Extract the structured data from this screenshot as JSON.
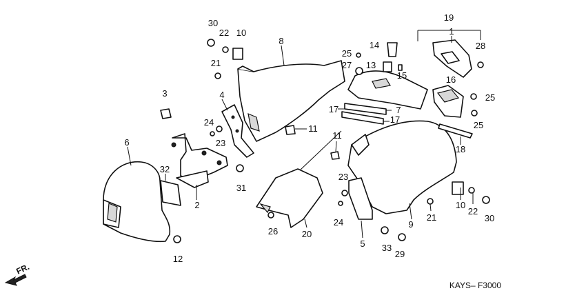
{
  "diagram_code": "KAYS– F3000",
  "orientation_marker": {
    "label": "FR.",
    "icon": "front-direction-arrow-icon"
  },
  "callouts": {
    "n1": "1",
    "n2": "2",
    "n3": "3",
    "n4": "4",
    "n5": "5",
    "n6": "6",
    "n7": "7",
    "n8": "8",
    "n9": "9",
    "n10a": "10",
    "n10b": "10",
    "n11a": "11",
    "n11b": "11",
    "n12": "12",
    "n13": "13",
    "n14": "14",
    "n15": "15",
    "n16": "16",
    "n17a": "17",
    "n17b": "17",
    "n18": "18",
    "n19": "19",
    "n20": "20",
    "n21a": "21",
    "n21b": "21",
    "n22a": "22",
    "n22b": "22",
    "n23a": "23",
    "n23b": "23",
    "n24a": "24",
    "n24b": "24",
    "n25a": "25",
    "n25b": "25",
    "n25c": "25",
    "n26": "26",
    "n27": "27",
    "n28": "28",
    "n29": "29",
    "n30a": "30",
    "n30b": "30",
    "n31": "31",
    "n32": "32",
    "n33": "33"
  }
}
